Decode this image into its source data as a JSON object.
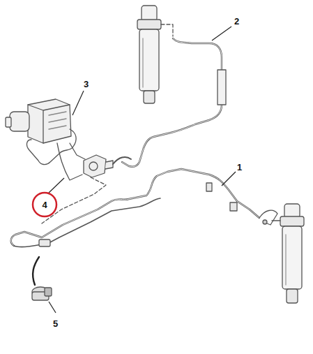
{
  "diagram": {
    "nodes": [
      {
        "text": [
          "4"
        ]
      }
    ],
    "labels": [
      "2",
      "3",
      "1",
      "5"
    ]
  }
}
